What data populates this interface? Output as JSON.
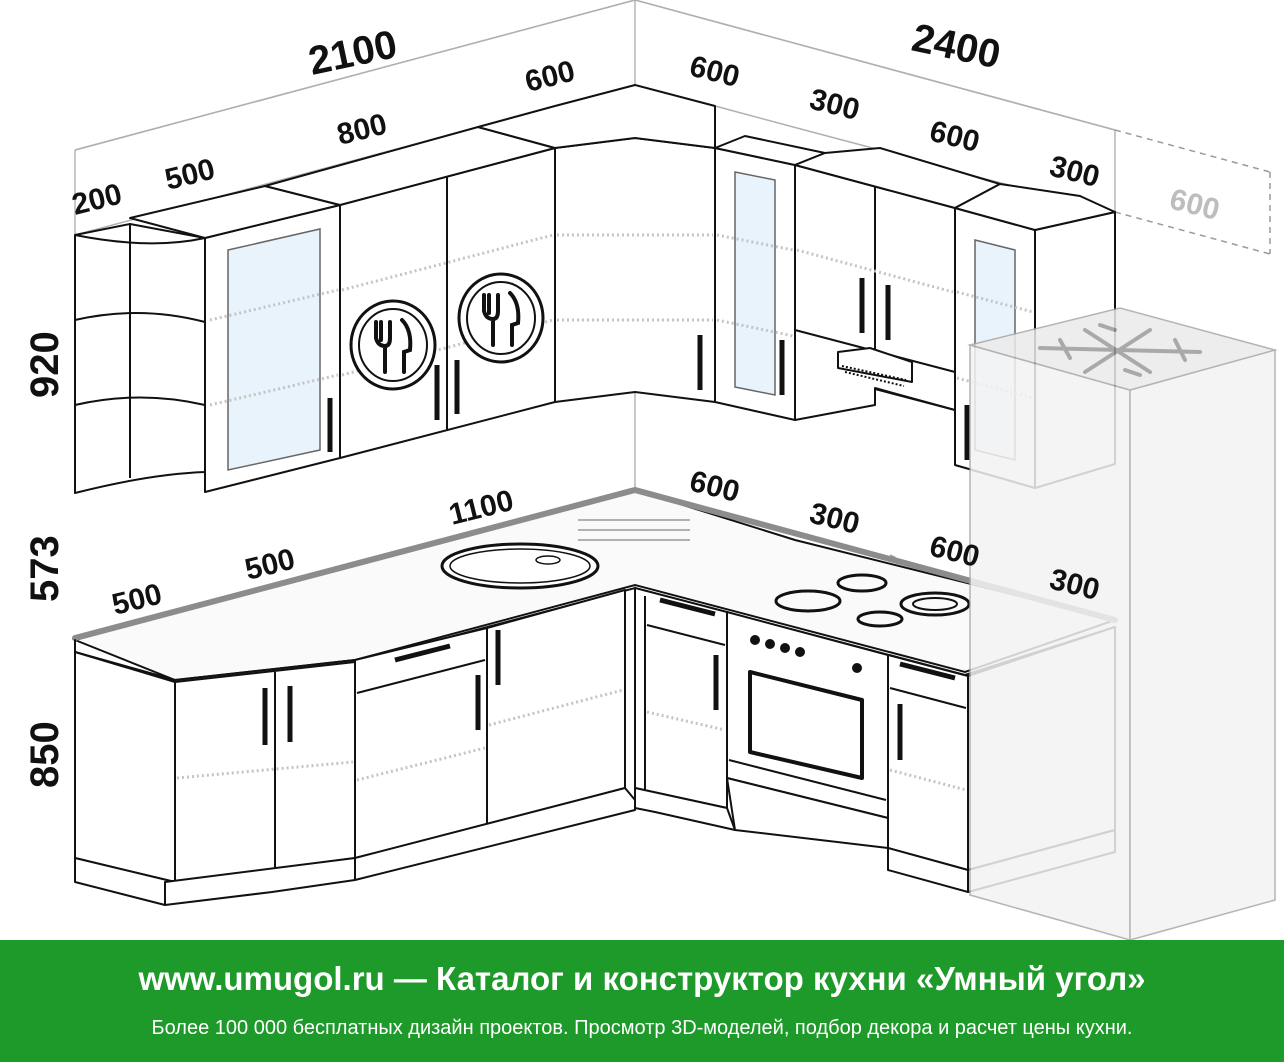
{
  "dimensions": {
    "top_total_left": "2100",
    "top_total_right": "2400",
    "upper": [
      "200",
      "500",
      "800",
      "600",
      "600",
      "300",
      "600",
      "300"
    ],
    "upper_ghost": "600",
    "counter": [
      "500",
      "500",
      "1100",
      "600",
      "300",
      "600",
      "300"
    ],
    "height_upper": "920",
    "height_gap": "573",
    "height_base": "850"
  },
  "icons": {
    "door_decal": "fork-knife-plate-icon",
    "fridge_decal": "snowflake-icon",
    "cooktop": "induction-cooktop",
    "oven": "built-in-oven",
    "hood": "range-hood",
    "sink": "round-sink"
  },
  "colors": {
    "banner_bg": "#1d9a2a",
    "banner_text": "#ffffff",
    "line": "#111111",
    "ghost": "#bdbdbd",
    "glass": "#e9f3fb"
  },
  "banner": {
    "title": "www.umugol.ru — Каталог и конструктор кухни «Умный угол»",
    "subtitle": "Более 100 000 бесплатных дизайн проектов. Просмотр 3D-моделей, подбор декора и расчет цены кухни."
  }
}
